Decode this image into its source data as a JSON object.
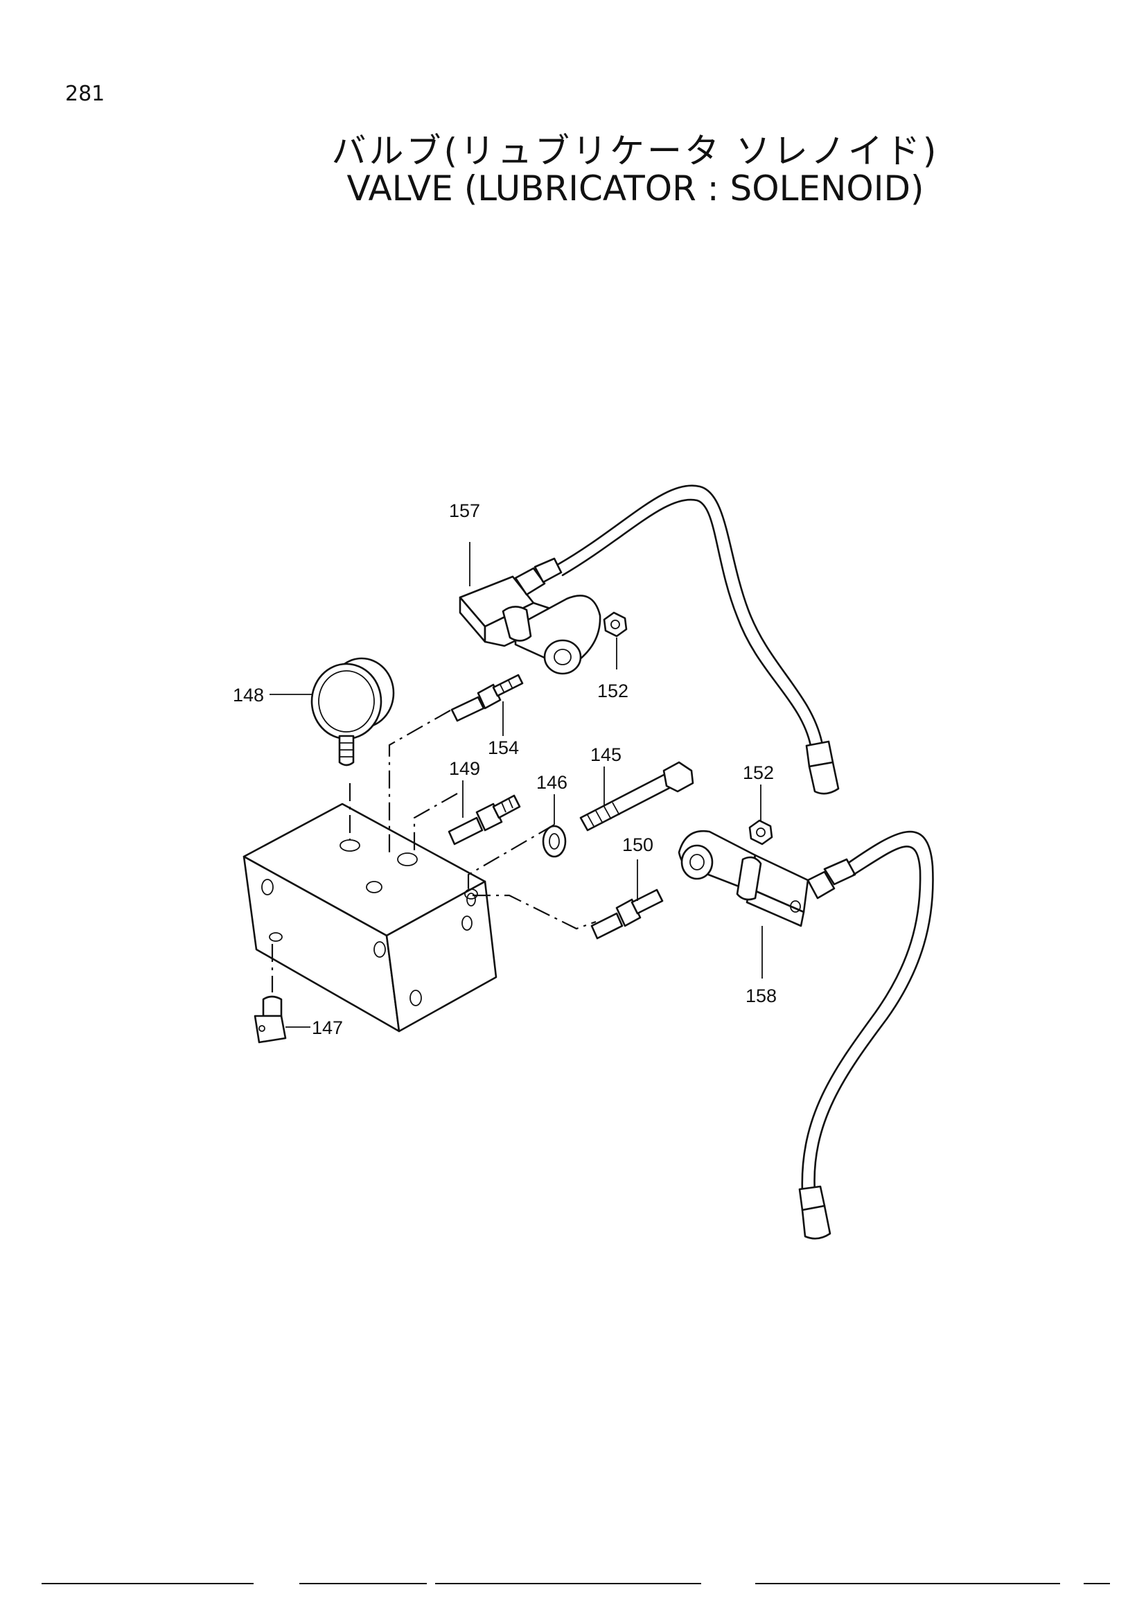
{
  "page": {
    "number": "281",
    "title_jp": "バルブ(リュブリケータ ソレノイド)",
    "title_en": "VALVE (LUBRICATOR : SOLENOID)"
  },
  "parts": {
    "p145": "145",
    "p146": "146",
    "p147": "147",
    "p148": "148",
    "p149": "149",
    "p150": "150",
    "p152a": "152",
    "p152b": "152",
    "p154": "154",
    "p157": "157",
    "p158": "158"
  }
}
